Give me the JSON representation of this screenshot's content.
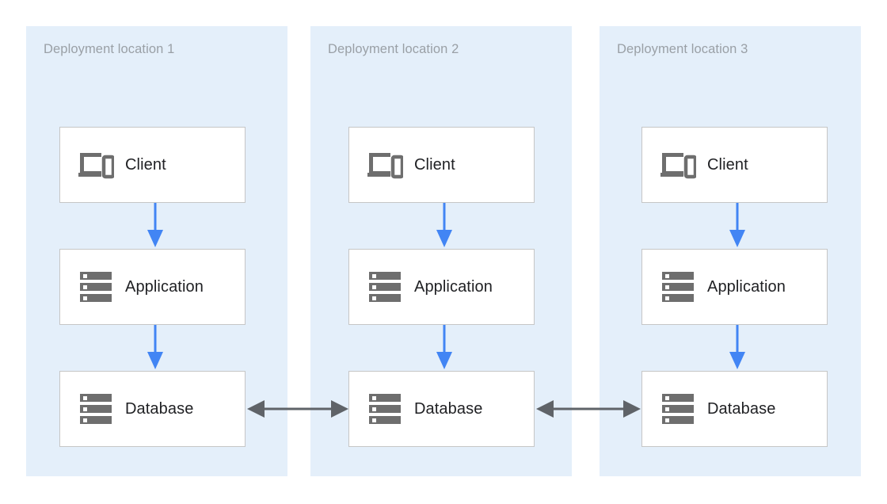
{
  "diagram": {
    "title_hidden": "",
    "colors": {
      "zone_background": "#e4effa",
      "node_background": "#ffffff",
      "node_border": "#c6c6c6",
      "zone_title_text": "#9aa0a6",
      "node_label_text": "#202124",
      "vertical_arrow": "#4285f4",
      "horizontal_arrow": "#5f6368",
      "icon_gray": "#6e6e6e",
      "page_background": "#ffffff"
    },
    "zones": [
      {
        "title": "Deployment location 1",
        "nodes": [
          {
            "label": "Client",
            "icon": "client-devices-icon"
          },
          {
            "label": "Application",
            "icon": "server-stack-icon"
          },
          {
            "label": "Database",
            "icon": "server-stack-icon"
          }
        ]
      },
      {
        "title": "Deployment location 2",
        "nodes": [
          {
            "label": "Client",
            "icon": "client-devices-icon"
          },
          {
            "label": "Application",
            "icon": "server-stack-icon"
          },
          {
            "label": "Database",
            "icon": "server-stack-icon"
          }
        ]
      },
      {
        "title": "Deployment location 3",
        "nodes": [
          {
            "label": "Client",
            "icon": "client-devices-icon"
          },
          {
            "label": "Application",
            "icon": "server-stack-icon"
          },
          {
            "label": "Database",
            "icon": "server-stack-icon"
          }
        ]
      }
    ],
    "connections": {
      "vertical": [
        {
          "from": "Client",
          "to": "Application",
          "direction": "down",
          "zone": 1
        },
        {
          "from": "Application",
          "to": "Database",
          "direction": "down",
          "zone": 1
        },
        {
          "from": "Client",
          "to": "Application",
          "direction": "down",
          "zone": 2
        },
        {
          "from": "Application",
          "to": "Database",
          "direction": "down",
          "zone": 2
        },
        {
          "from": "Client",
          "to": "Application",
          "direction": "down",
          "zone": 3
        },
        {
          "from": "Application",
          "to": "Database",
          "direction": "down",
          "zone": 3
        }
      ],
      "horizontal": [
        {
          "from": "Database 1",
          "to": "Database 2",
          "direction": "bidirectional"
        },
        {
          "from": "Database 2",
          "to": "Database 3",
          "direction": "bidirectional"
        }
      ]
    }
  }
}
